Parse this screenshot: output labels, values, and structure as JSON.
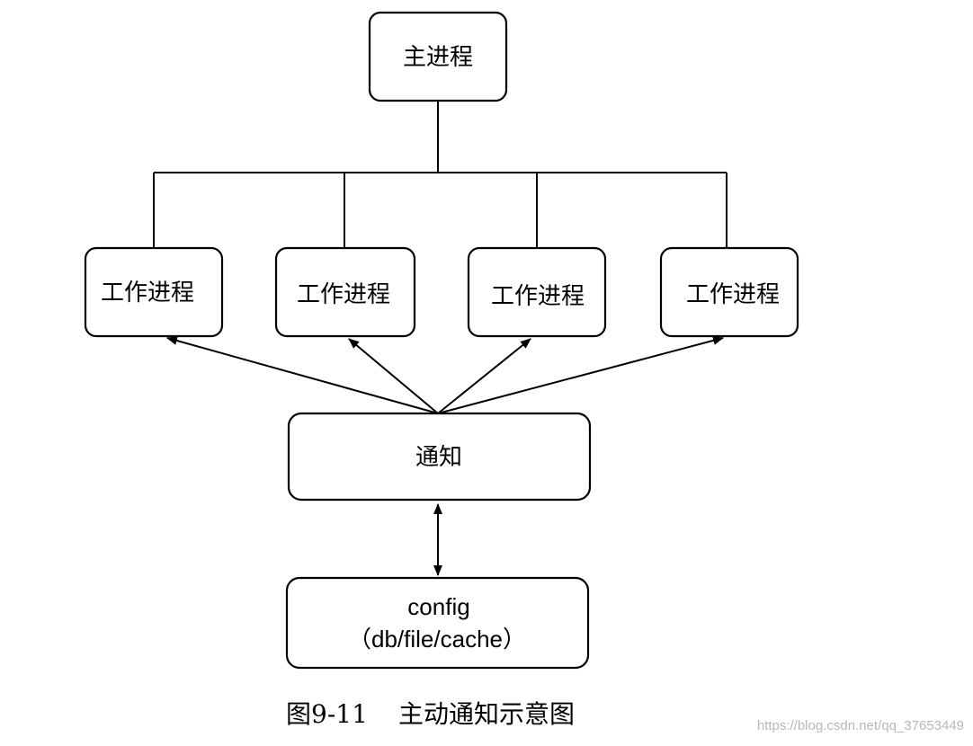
{
  "master": {
    "label": "主进程"
  },
  "workers": [
    {
      "label": "工作进程"
    },
    {
      "label": "工作进程"
    },
    {
      "label": "工作进程"
    },
    {
      "label": "工作进程"
    }
  ],
  "notify": {
    "label": "通知"
  },
  "config": {
    "title": "config",
    "subtitle": "（db/file/cache）"
  },
  "caption": {
    "figure": "图9-11",
    "text": "主动通知示意图"
  },
  "watermark": "https://blog.csdn.net/qq_37653449"
}
